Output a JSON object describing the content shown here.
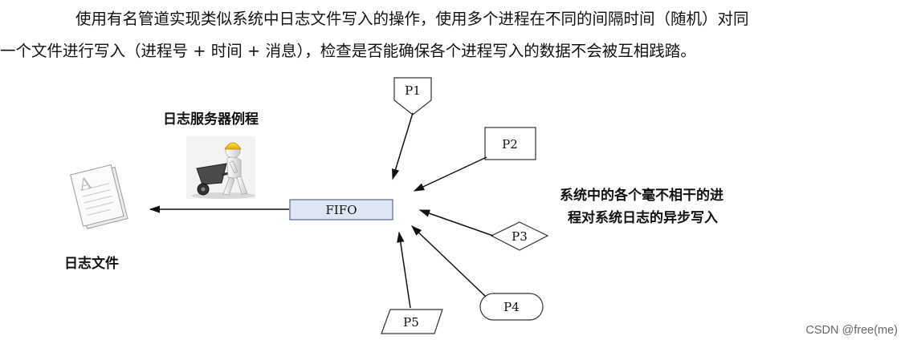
{
  "intro": {
    "line1": "使用有名管道实现类似系统中日志文件写入的操作，使用多个进程在不同的间隔时间（随机）对同",
    "line2": "一个文件进行写入（进程号 + 时间 + 消息），检查是否能确保各个进程写入的数据不会被互相践踏。"
  },
  "diagram": {
    "log_server_label": "日志服务器例程",
    "log_file_label": "日志文件",
    "fifo_label": "FIFO",
    "document_letter": "A",
    "processes": [
      "P1",
      "P2",
      "P3",
      "P4",
      "P5"
    ],
    "description": {
      "line1": "系统中的各个毫不相干的进",
      "line2": "程对系统日志的异步写入"
    },
    "fifo_fill": "#dde6f2"
  },
  "watermark": "CSDN @free(me)"
}
